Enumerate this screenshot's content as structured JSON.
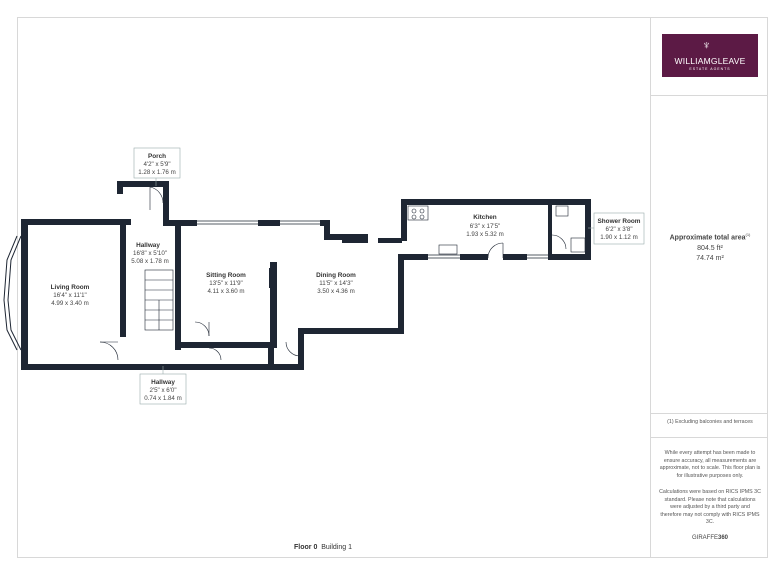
{
  "brand": {
    "logo_mark": "♆",
    "logo_name": "WILLIAMGLEAVE",
    "logo_sub": "ESTATE AGENTS",
    "colors": {
      "logo_bg": "#5c1a45",
      "wall": "#1e2633",
      "frame": "#d8d8d8"
    }
  },
  "area": {
    "title": "Approximate total area",
    "superscript": "(1)",
    "imperial": "804.5 ft²",
    "metric": "74.74 m²"
  },
  "notes": {
    "excluding": "(1) Excluding balconies and terraces",
    "disclaimer": "While every attempt has been made to ensure accuracy, all measurements are approximate, not to scale. This floor plan is for illustrative purposes only.",
    "calculation": "Calculations were based on RICS IPMS 3C standard. Please note that calculations were adjusted by a third party and therefore may not comply with RICS IPMS 3C."
  },
  "giraffe": {
    "prefix": "GIRAFFE",
    "suffix": "360"
  },
  "floor": {
    "label": "Floor 0",
    "building": "Building 1"
  },
  "rooms": {
    "porch": {
      "name": "Porch",
      "imperial": "4'2\" x 5'9\"",
      "metric": "1.28 x 1.76 m"
    },
    "hallway_upper": {
      "name": "Hallway",
      "imperial": "16'8\" x 5'10\"",
      "metric": "5.08 x 1.78 m"
    },
    "living_room": {
      "name": "Living Room",
      "imperial": "16'4\" x 11'1\"",
      "metric": "4.99 x 3.40 m"
    },
    "sitting_room": {
      "name": "Sitting Room",
      "imperial": "13'5\" x 11'9\"",
      "metric": "4.11 x 3.60 m"
    },
    "dining_room": {
      "name": "Dining Room",
      "imperial": "11'5\" x 14'3\"",
      "metric": "3.50 x 4.36 m"
    },
    "kitchen": {
      "name": "Kitchen",
      "imperial": "6'3\" x 17'5\"",
      "metric": "1.93 x 5.32 m"
    },
    "shower_room": {
      "name": "Shower Room",
      "imperial": "6'2\" x 3'8\"",
      "metric": "1.90 x 1.12 m"
    },
    "hallway_lower": {
      "name": "Hallway",
      "imperial": "2'5\" x 6'0\"",
      "metric": "0.74 x 1.84 m"
    }
  }
}
